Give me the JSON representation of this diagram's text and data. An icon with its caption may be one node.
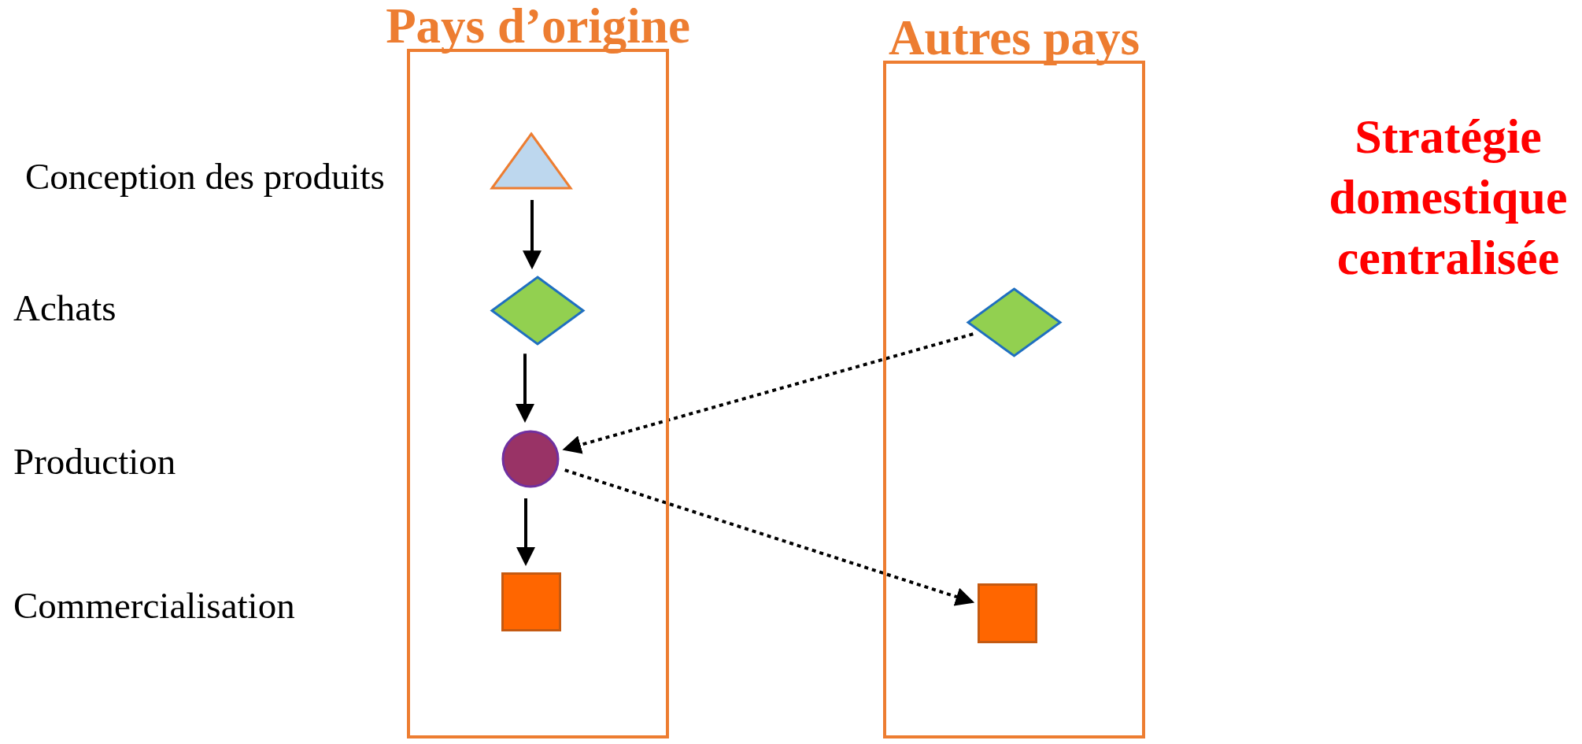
{
  "diagram": {
    "nodes": [
      {
        "text": [
          "Pays d’origine"
        ]
      },
      {
        "text": [
          "Autres pays"
        ]
      },
      {
        "text": [],
        "shape": "triangle",
        "in": 0
      },
      {
        "text": [],
        "shape": "diamond",
        "in": 0
      },
      {
        "text": [],
        "shape": "circle",
        "in": 0
      },
      {
        "text": [],
        "shape": "box",
        "in": 0
      },
      {
        "text": [],
        "shape": "diamond",
        "in": 1
      },
      {
        "text": [],
        "shape": "box",
        "in": 1
      }
    ],
    "edges": [
      {
        "from": 2,
        "to": 3,
        "arrow": "to"
      },
      {
        "from": 3,
        "to": 4,
        "arrow": "to"
      },
      {
        "from": 4,
        "to": 5,
        "arrow": "to"
      },
      {
        "from": 6,
        "to": 4,
        "arrow": "to",
        "style": "dashed"
      },
      {
        "from": 4,
        "to": 7,
        "arrow": "to",
        "style": "dashed"
      }
    ],
    "labels": [
      "Conception des produits",
      "Achats",
      "Production",
      "Commercialisation",
      "Stratégie domestique centralisée"
    ]
  }
}
